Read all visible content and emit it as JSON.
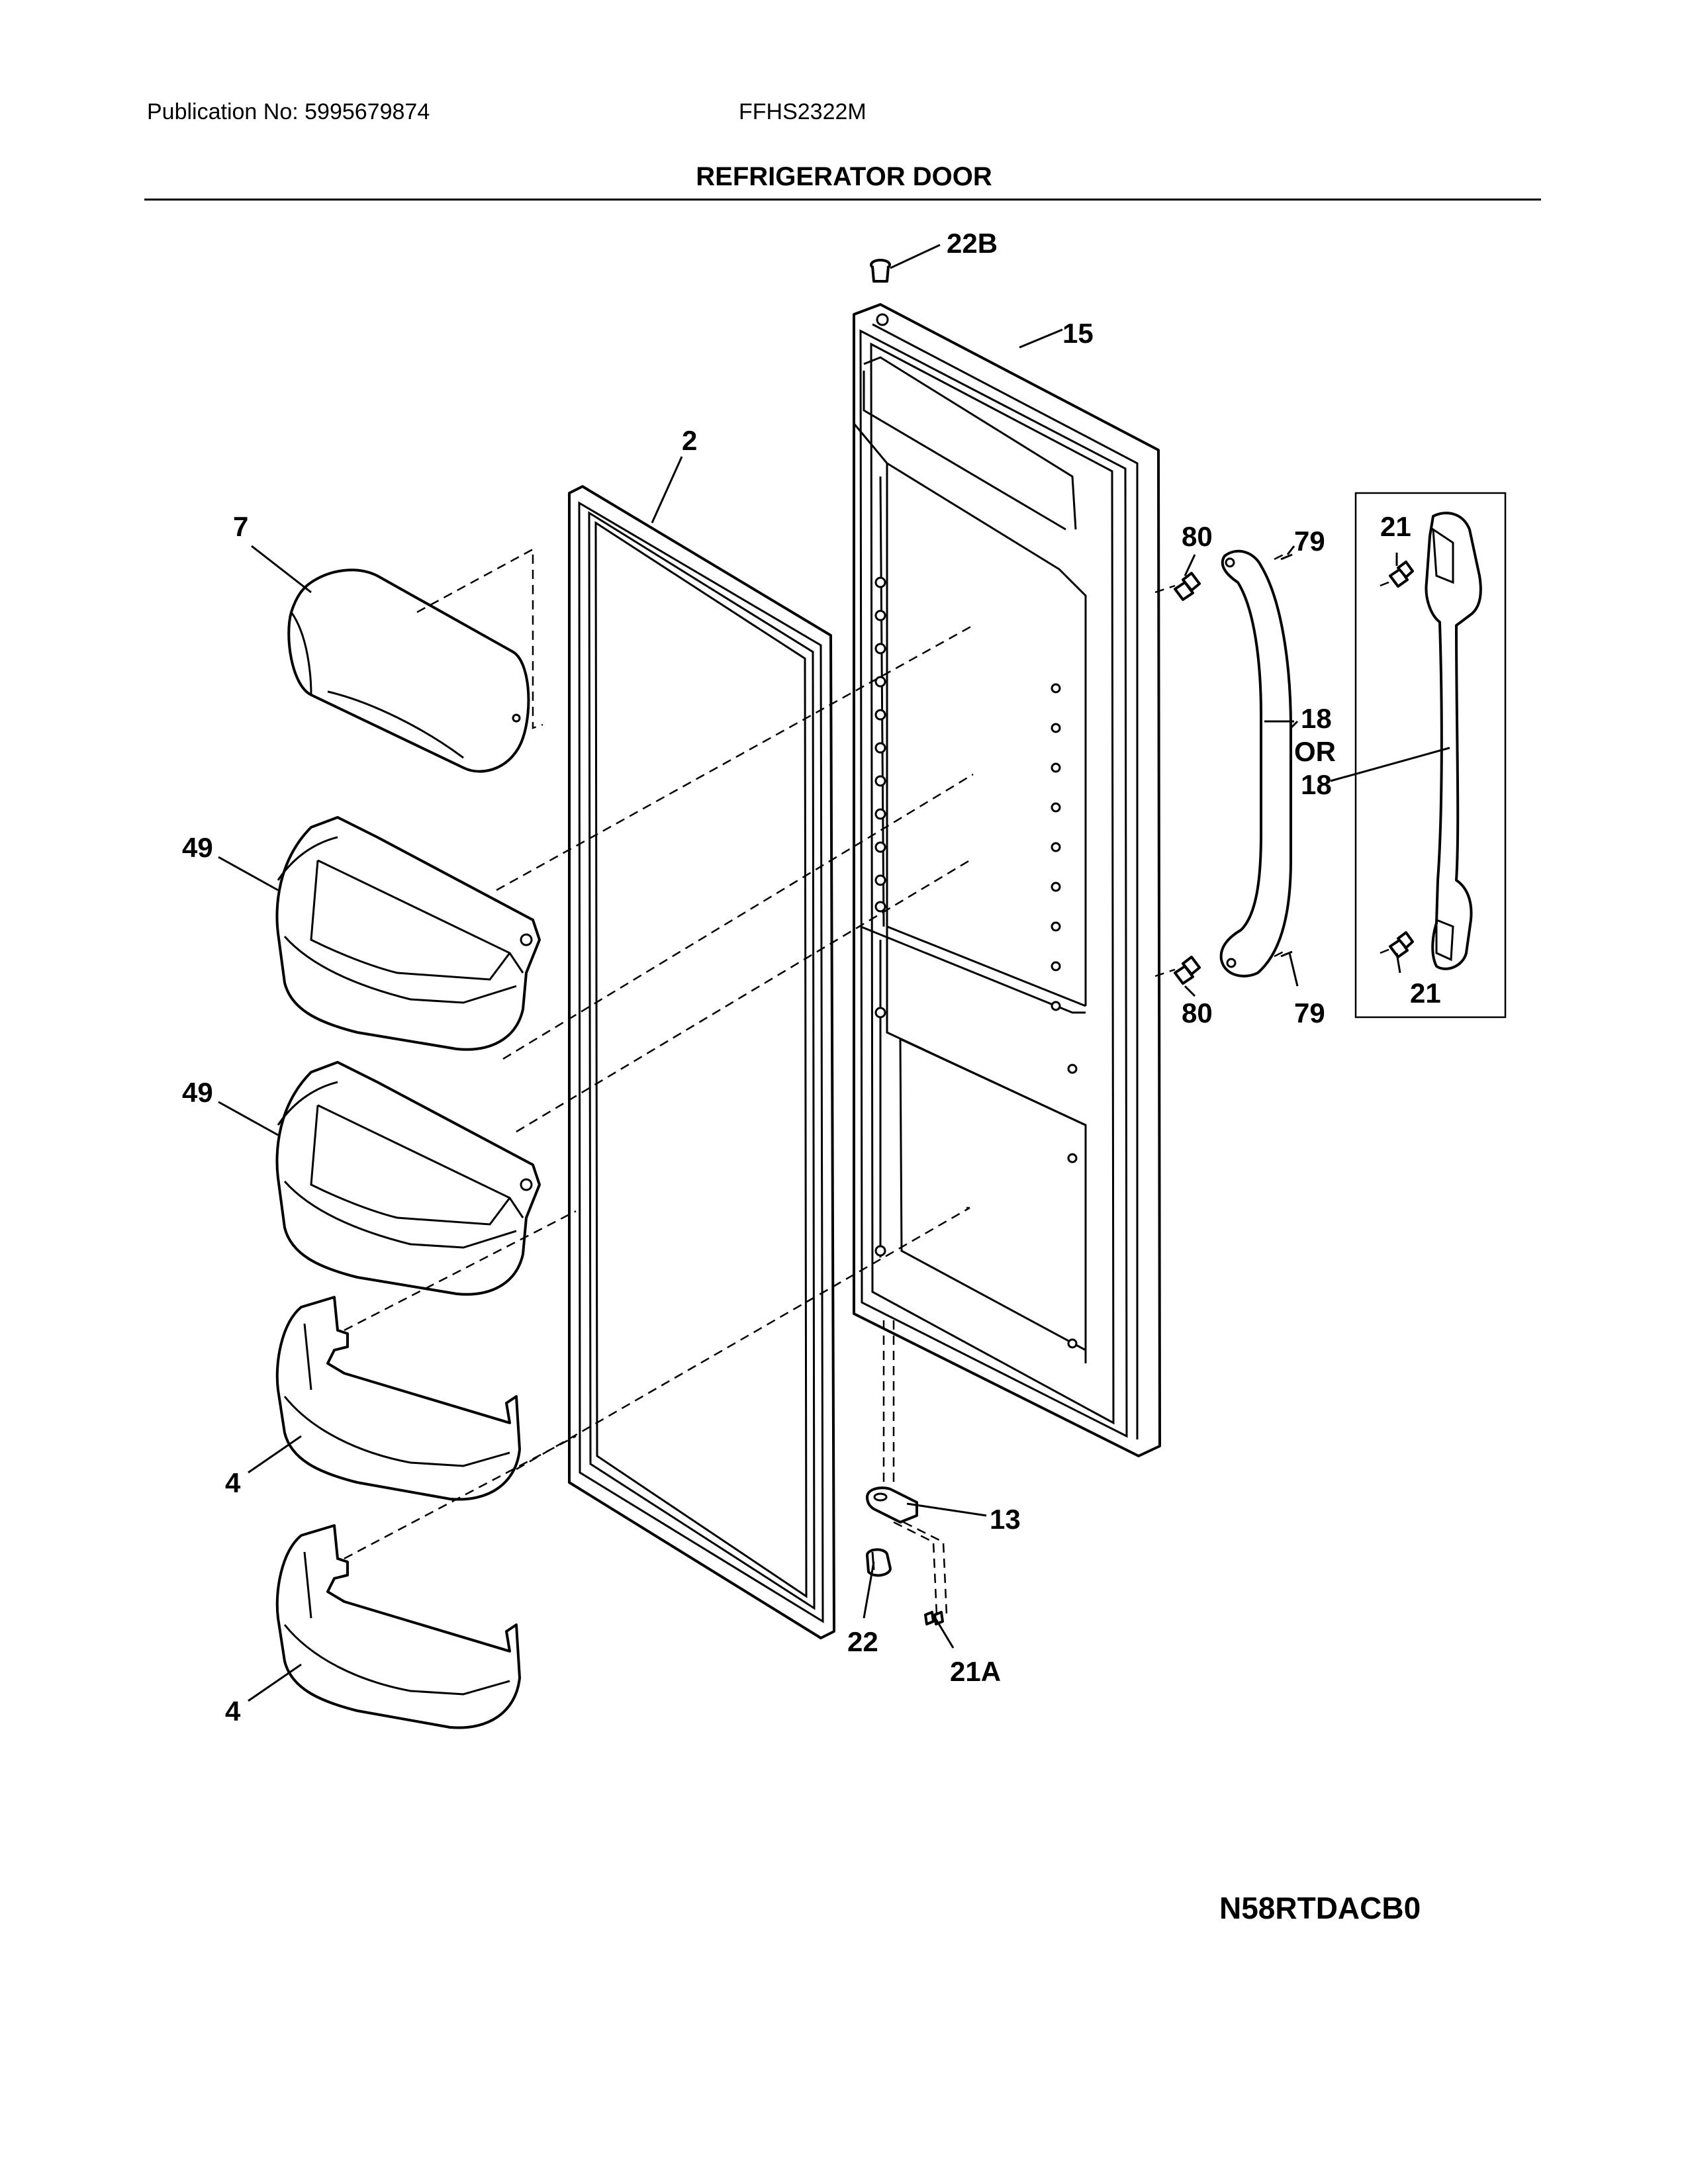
{
  "header": {
    "publication": "Publication No: 5995679874",
    "model": "FFHS2322M",
    "title": "REFRIGERATOR DOOR"
  },
  "footer": {
    "diagram_code": "N58RTDACB0"
  },
  "callouts": {
    "c22B": "22B",
    "c15": "15",
    "c2": "2",
    "c7": "7",
    "c49a": "49",
    "c49b": "49",
    "c4a": "4",
    "c4b": "4",
    "c80a": "80",
    "c79a": "79",
    "c80b": "80",
    "c79b": "79",
    "c18a": "18",
    "cOR": "OR",
    "c18b": "18",
    "c21a": "21",
    "c21b": "21",
    "c13": "13",
    "c22": "22",
    "c21A": "21A"
  }
}
